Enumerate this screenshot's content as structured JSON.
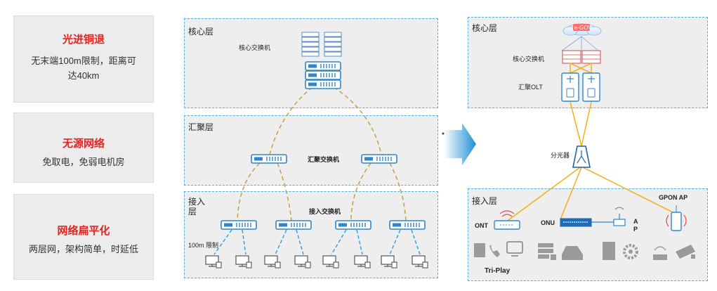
{
  "features": [
    {
      "title": "光进铜退",
      "desc": "无末端100m限制，距离可达40km"
    },
    {
      "title": "无源网络",
      "desc": "免取电，免弱电机房"
    },
    {
      "title": "网络扁平化",
      "desc": "两层网，架构简单，时延低"
    }
  ],
  "traditional": {
    "core_layer": "核心层",
    "core_switch": "核心交换机",
    "agg_layer": "汇聚层",
    "agg_switch": "汇聚交换机",
    "access_layer": "接入层",
    "access_switch": "接入交换机",
    "limit_100m": "100m 限制"
  },
  "pon": {
    "core_layer": "核心层",
    "cloud_text": "e-GOV",
    "core_switch": "核心交换机",
    "agg_olt": "汇聚OLT",
    "splitter": "分光器",
    "access_layer": "接入层",
    "gpon_ap": "GPON AP",
    "ont": "ONT",
    "onu": "ONU",
    "ap": "A P",
    "tri_play": "Tri-Play"
  },
  "colors": {
    "dashed_link": "#c8a040",
    "access_link": "#3aa0dc",
    "fiber": "#f2b321",
    "feature_title": "#e8231f",
    "layer_border": "#4fb0e0"
  }
}
